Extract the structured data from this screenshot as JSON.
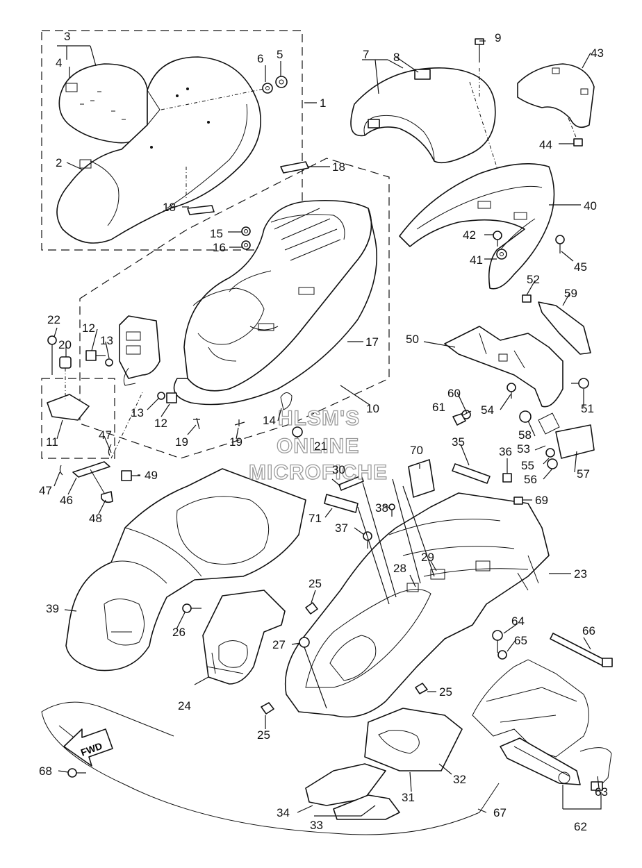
{
  "watermark": {
    "line1": "HLSM'S",
    "line2": "ONLINE",
    "line3": "MICROFICHE"
  },
  "fwd_arrow": {
    "label": "FWD"
  },
  "callouts": {
    "c1": "1",
    "c2": "2",
    "c3": "3",
    "c4": "4",
    "c5": "5",
    "c6": "6",
    "c7": "7",
    "c8": "8",
    "c9": "9",
    "c10": "10",
    "c11": "11",
    "c12a": "12",
    "c12b": "12",
    "c13a": "13",
    "c13b": "13",
    "c14": "14",
    "c15": "15",
    "c16": "16",
    "c17": "17",
    "c18a": "18",
    "c18b": "18",
    "c19a": "19",
    "c19b": "19",
    "c20": "20",
    "c21": "21",
    "c22": "22",
    "c23": "23",
    "c24": "24",
    "c25a": "25",
    "c25b": "25",
    "c25c": "25",
    "c26": "26",
    "c27": "27",
    "c28": "28",
    "c29": "29",
    "c30": "30",
    "c31": "31",
    "c32": "32",
    "c33": "33",
    "c34": "34",
    "c35": "35",
    "c36": "36",
    "c37": "37",
    "c38": "38",
    "c39": "39",
    "c40": "40",
    "c41": "41",
    "c42": "42",
    "c43": "43",
    "c44": "44",
    "c45": "45",
    "c46": "46",
    "c47a": "47",
    "c47b": "47",
    "c48": "48",
    "c49": "49",
    "c50": "50",
    "c51": "51",
    "c52": "52",
    "c53": "53",
    "c54": "54",
    "c55": "55",
    "c56": "56",
    "c57": "57",
    "c58": "58",
    "c59": "59",
    "c60": "60",
    "c61": "61",
    "c62": "62",
    "c63": "63",
    "c64": "64",
    "c65": "65",
    "c66": "66",
    "c67": "67",
    "c68": "68",
    "c69": "69",
    "c70": "70",
    "c71": "71"
  }
}
